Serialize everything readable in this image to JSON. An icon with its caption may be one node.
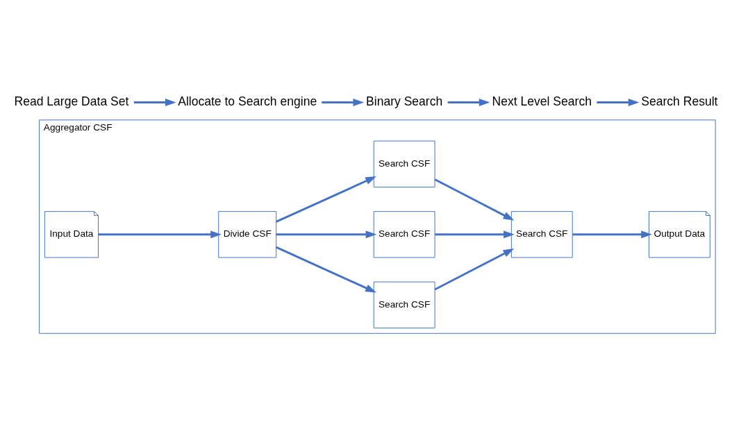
{
  "diagram": {
    "nodes": [
      {
        "text": [
          "Aggregator CSF"
        ]
      },
      {
        "text": [
          "Input Data"
        ],
        "in": 0
      },
      {
        "text": [
          "Divide CSF"
        ],
        "in": 0
      },
      {
        "text": [
          "Search CSF"
        ],
        "in": 0
      },
      {
        "text": [
          "Search CSF"
        ],
        "in": 0
      },
      {
        "text": [
          "Search CSF"
        ],
        "in": 0
      },
      {
        "text": [
          "Search CSF"
        ],
        "in": 0
      },
      {
        "text": [
          "Output Data"
        ],
        "in": 0
      },
      {
        "text": [
          "Read Large Data Set"
        ]
      },
      {
        "text": [
          "Allocate to Search engine"
        ]
      },
      {
        "text": [
          "Binary Search"
        ]
      },
      {
        "text": [
          "Next Level Search"
        ]
      },
      {
        "text": [
          "Search Result"
        ]
      }
    ],
    "edges": [
      {
        "from": 1,
        "to": 2,
        "arrow": "to"
      },
      {
        "from": 2,
        "to": 3,
        "arrow": "to"
      },
      {
        "from": 2,
        "to": 4,
        "arrow": "to"
      },
      {
        "from": 2,
        "to": 5,
        "arrow": "to"
      },
      {
        "from": 3,
        "to": 6,
        "arrow": "to"
      },
      {
        "from": 4,
        "to": 6,
        "arrow": "to"
      },
      {
        "from": 5,
        "to": 6,
        "arrow": "to"
      },
      {
        "from": 6,
        "to": 7,
        "arrow": "to"
      },
      {
        "from": 8,
        "to": 9,
        "arrow": "to"
      },
      {
        "from": 9,
        "to": 10,
        "arrow": "to"
      },
      {
        "from": 10,
        "to": 11,
        "arrow": "to"
      },
      {
        "from": 11,
        "to": 12,
        "arrow": "to"
      }
    ]
  }
}
